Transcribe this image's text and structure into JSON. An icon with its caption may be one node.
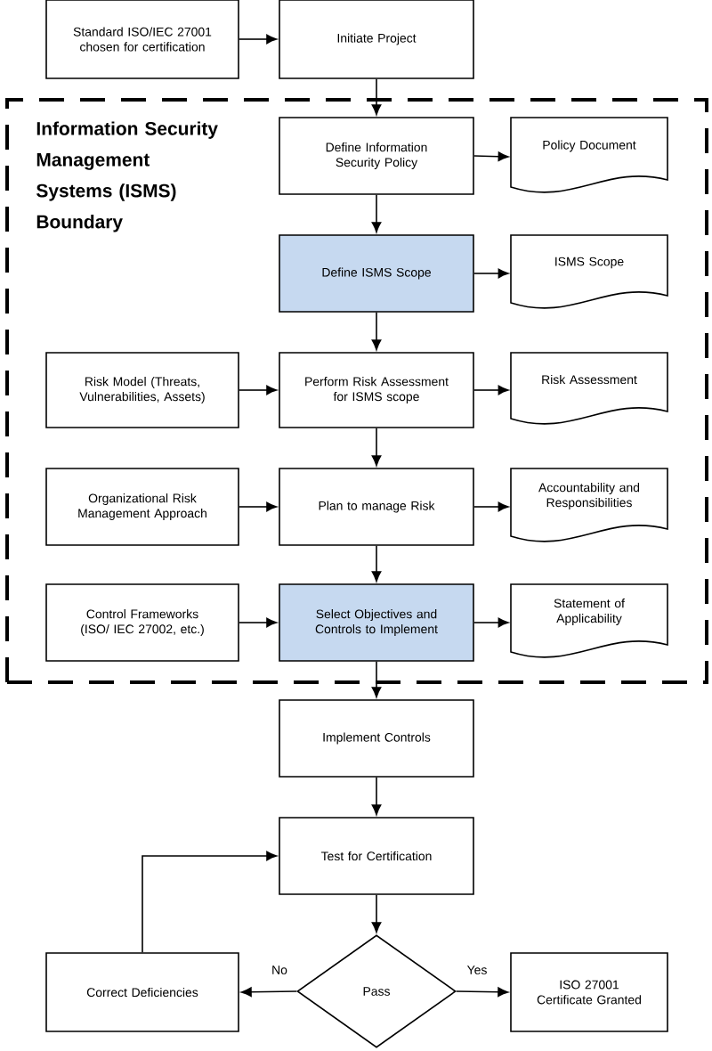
{
  "diagram": {
    "nodes": [
      {
        "text": [
          "Standard ISO/IEC 27001 chosen for certification"
        ]
      },
      {
        "text": [
          "Initiate Project"
        ]
      },
      {
        "text": [
          "Information Security Management Systems (ISMS) Boundary"
        ]
      },
      {
        "text": [
          "Define Information Security Policy"
        ],
        "in": 2
      },
      {
        "text": [
          "Policy Document"
        ],
        "in": 2
      },
      {
        "text": [
          "Define ISMS Scope"
        ],
        "in": 2
      },
      {
        "text": [
          "ISMS Scope"
        ],
        "in": 2
      },
      {
        "text": [
          "Risk Model (Threats, Vulnerabilities, Assets)"
        ],
        "in": 2
      },
      {
        "text": [
          "Perform Risk Assessment for ISMS scope"
        ],
        "in": 2
      },
      {
        "text": [
          "Risk Assessment"
        ],
        "in": 2
      },
      {
        "text": [
          "Organizational Risk Management Approach"
        ],
        "in": 2
      },
      {
        "text": [
          "Plan to manage Risk"
        ],
        "in": 2
      },
      {
        "text": [
          "Accountability and Responsibilities"
        ],
        "in": 2
      },
      {
        "text": [
          "Control Frameworks (ISO/ IEC 27002, etc.)"
        ],
        "in": 2
      },
      {
        "text": [
          "Select Objectives and Controls to Implement"
        ],
        "in": 2
      },
      {
        "text": [
          "Statement of Applicability"
        ],
        "in": 2
      },
      {
        "text": [
          "Implement Controls"
        ]
      },
      {
        "text": [
          "Test for Certification"
        ]
      },
      {
        "text": [
          "Pass"
        ]
      },
      {
        "text": [
          "Correct Deficiencies"
        ]
      },
      {
        "text": [
          "ISO 27001 Certificate Granted"
        ]
      }
    ],
    "edges": [
      {
        "from": 0,
        "to": 1,
        "arrow": "to"
      },
      {
        "from": 1,
        "to": 3,
        "arrow": "to"
      },
      {
        "from": 3,
        "to": 4,
        "arrow": "to"
      },
      {
        "from": 3,
        "to": 5,
        "arrow": "to"
      },
      {
        "from": 5,
        "to": 6,
        "arrow": "to"
      },
      {
        "from": 5,
        "to": 8,
        "arrow": "to"
      },
      {
        "from": 7,
        "to": 8,
        "arrow": "to"
      },
      {
        "from": 8,
        "to": 9,
        "arrow": "to"
      },
      {
        "from": 8,
        "to": 11,
        "arrow": "to"
      },
      {
        "from": 10,
        "to": 11,
        "arrow": "to"
      },
      {
        "from": 11,
        "to": 12,
        "arrow": "to"
      },
      {
        "from": 11,
        "to": 14,
        "arrow": "to"
      },
      {
        "from": 13,
        "to": 14,
        "arrow": "to"
      },
      {
        "from": 14,
        "to": 15,
        "arrow": "to"
      },
      {
        "from": 14,
        "to": 16,
        "arrow": "to"
      },
      {
        "from": 16,
        "to": 17,
        "arrow": "to"
      },
      {
        "from": 17,
        "to": 18,
        "arrow": "to"
      },
      {
        "from": 18,
        "to": 19,
        "arrow": "to",
        "label": "No"
      },
      {
        "from": 18,
        "to": 20,
        "arrow": "to",
        "label": "Yes"
      },
      {
        "from": 19,
        "to": 17,
        "arrow": "to"
      }
    ]
  }
}
